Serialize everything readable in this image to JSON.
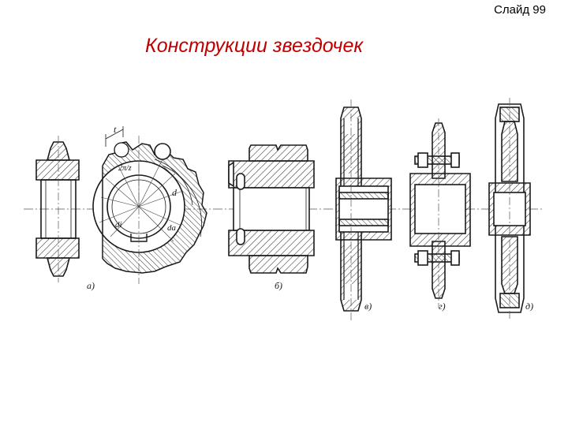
{
  "slide": {
    "number_label": "Слайд 99"
  },
  "title": "Конструкции звездочек",
  "drawing": {
    "labels": {
      "a": "a)",
      "b": "б)",
      "v": "в)",
      "g": "г)",
      "d": "д)",
      "t": "t",
      "tz": "2π/z",
      "d_small": "d",
      "da": "da",
      "di": "di"
    },
    "colors": {
      "ink": "#1a1a1a",
      "hatch": "#333333",
      "title": "#c00000"
    }
  }
}
